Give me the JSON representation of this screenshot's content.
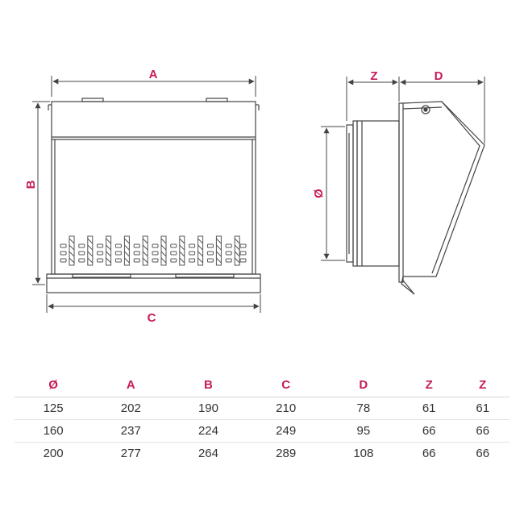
{
  "colors": {
    "accent": "#c8195a",
    "line": "#444444",
    "text": "#333333"
  },
  "labels": {
    "A": "A",
    "B": "B",
    "C": "C",
    "Z": "Z",
    "D": "D",
    "diameter": "Ø"
  },
  "table": {
    "headers": [
      "Ø",
      "A",
      "B",
      "C",
      "D",
      "Z",
      "Z"
    ],
    "rows": [
      [
        "125",
        "202",
        "190",
        "210",
        "78",
        "61",
        "61"
      ],
      [
        "160",
        "237",
        "224",
        "249",
        "95",
        "66",
        "66"
      ],
      [
        "200",
        "277",
        "264",
        "289",
        "108",
        "66",
        "66"
      ]
    ]
  }
}
